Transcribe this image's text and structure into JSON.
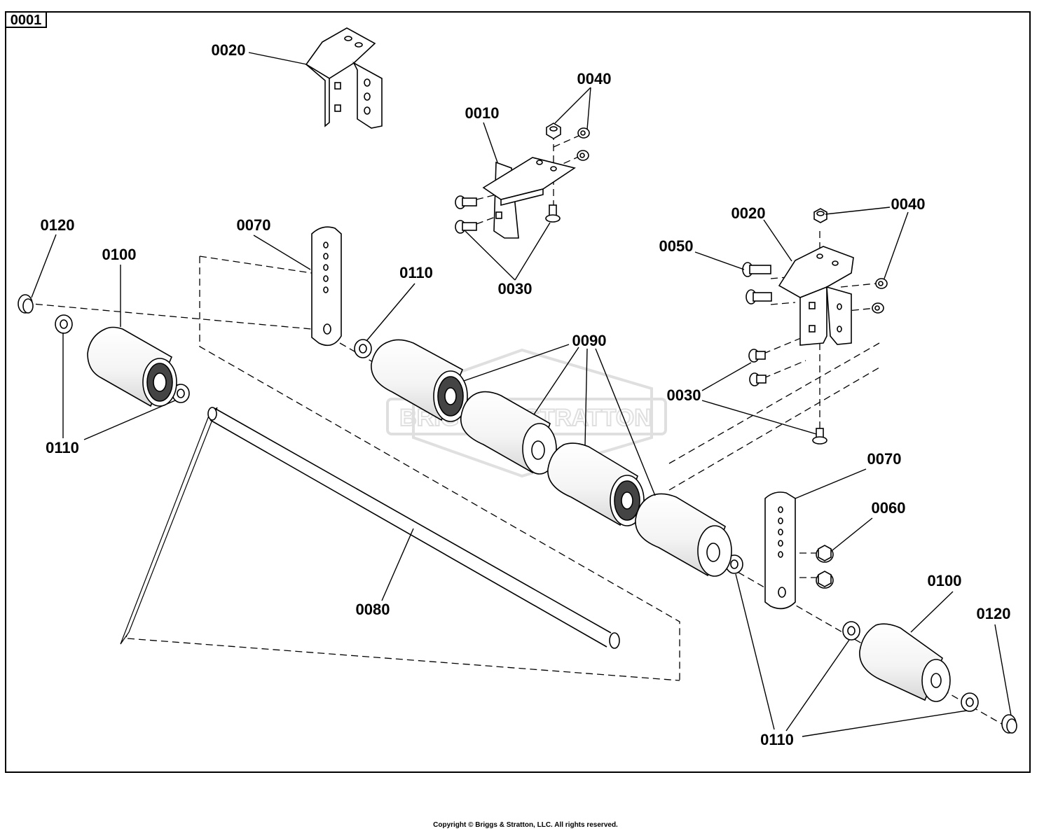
{
  "page_id": "0001",
  "watermark": "BRIGGS & STRATTON",
  "copyright": "Copyright © Briggs & Stratton, LLC. All rights reserved.",
  "callouts": {
    "c0020_top": "0020",
    "c0040_top": "0040",
    "c0010": "0010",
    "c0030_top": "0030",
    "c0120_left": "0120",
    "c0100_left": "0100",
    "c0070_left": "0070",
    "c0110_mid": "0110",
    "c0110_left": "0110",
    "c0090": "0090",
    "c0080": "0080",
    "c0020_right": "0020",
    "c0040_right": "0040",
    "c0050": "0050",
    "c0030_right": "0030",
    "c0070_right": "0070",
    "c0060": "0060",
    "c0100_right": "0100",
    "c0120_right": "0120",
    "c0110_bottom": "0110"
  }
}
